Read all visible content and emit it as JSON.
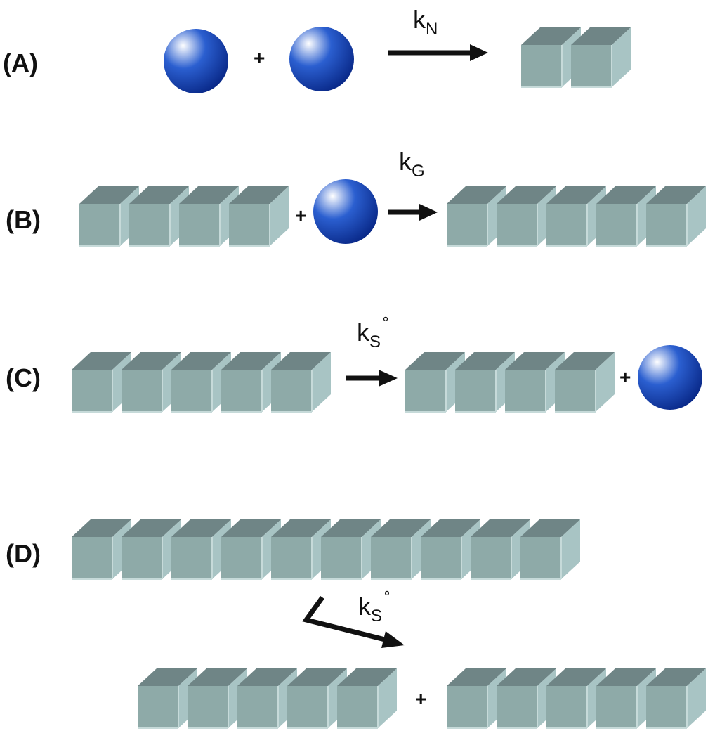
{
  "panels": [
    {
      "id": "a",
      "label": "(A)",
      "rate": {
        "base": "k",
        "sub": "N",
        "sup": ""
      }
    },
    {
      "id": "b",
      "label": "(B)",
      "rate": {
        "base": "k",
        "sub": "G",
        "sup": ""
      }
    },
    {
      "id": "c",
      "label": "(C)",
      "rate": {
        "base": "k",
        "sub": "S",
        "sup": "°"
      }
    },
    {
      "id": "d",
      "label": "(D)",
      "rate": {
        "base": "k",
        "sub": "S",
        "sup": "°"
      }
    }
  ],
  "plus_sign": "+",
  "colors": {
    "cube_front": "#8eaaa8",
    "cube_top": "#6f8586",
    "cube_side": "#a8c4c4",
    "cube_edge": "#c6dad9",
    "sphere_dark": "#0a2a8a",
    "sphere_mid": "#2b5fd0",
    "sphere_light": "#ffffff",
    "text": "#111111",
    "arrow": "#111111"
  },
  "icons": {
    "monomer": "blue-sphere-icon",
    "fibril_unit": "cube-icon",
    "reaction_arrow": "right-arrow-icon"
  }
}
